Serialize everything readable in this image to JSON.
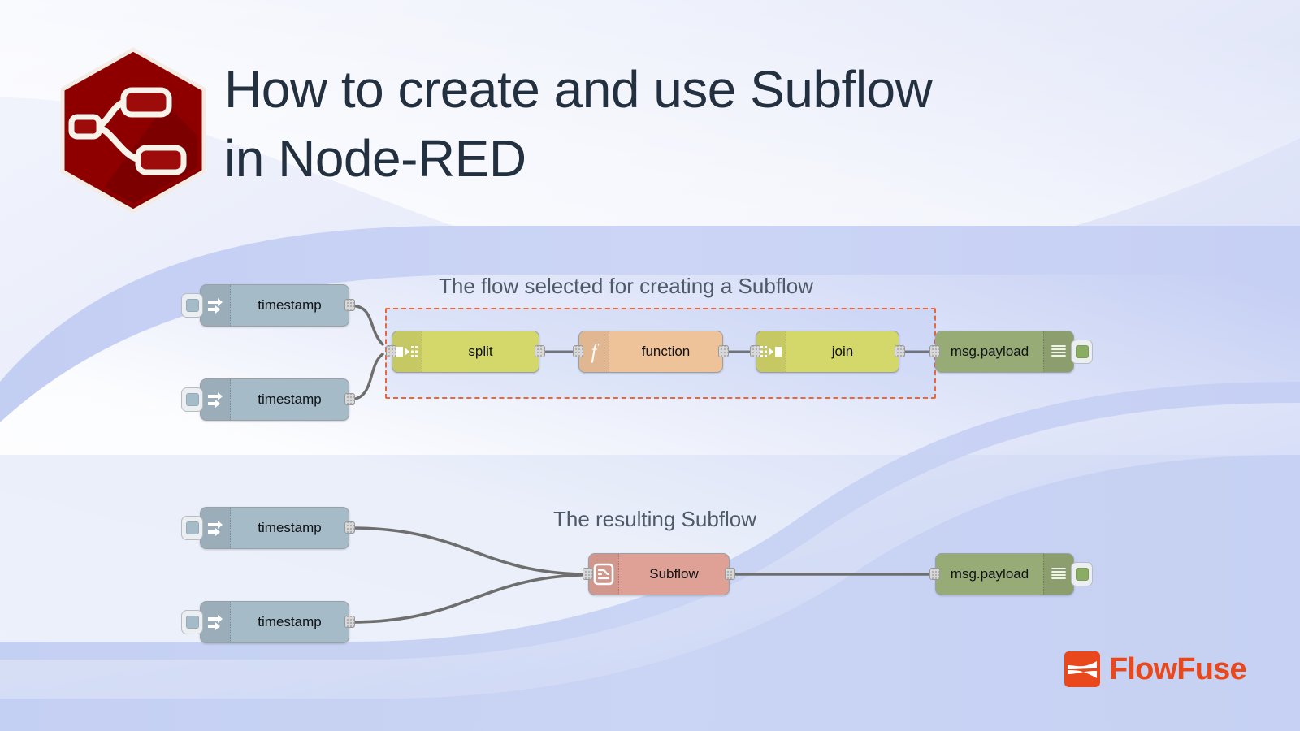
{
  "header": {
    "title_line1": "How to create and use Subflow",
    "title_line2": "in Node-RED",
    "title_color": "#23303f",
    "logo_name": "node-red-hexagon-logo",
    "logo_color": "#8e0000"
  },
  "annotations": {
    "top": "The flow selected for creating a Subflow",
    "bottom": "The resulting Subflow",
    "color": "#4e5a68"
  },
  "flows": {
    "top": {
      "inject_a": "timestamp",
      "inject_b": "timestamp",
      "split": "split",
      "function": "function",
      "join": "join",
      "debug": "msg.payload"
    },
    "bottom": {
      "inject_a": "timestamp",
      "inject_b": "timestamp",
      "subflow": "Subflow",
      "debug": "msg.payload"
    }
  },
  "palette": {
    "inject": "#a6bbc8",
    "split_join": "#d4d86b",
    "function": "#eec39a",
    "debug": "#97ab77",
    "subflow": "#dfa195",
    "wire": "#6e6e6e",
    "selection_border": "#e8663a"
  },
  "brand": {
    "name": "FlowFuse",
    "mark": "flowfuse-mark-icon",
    "color": "#e8481c"
  }
}
